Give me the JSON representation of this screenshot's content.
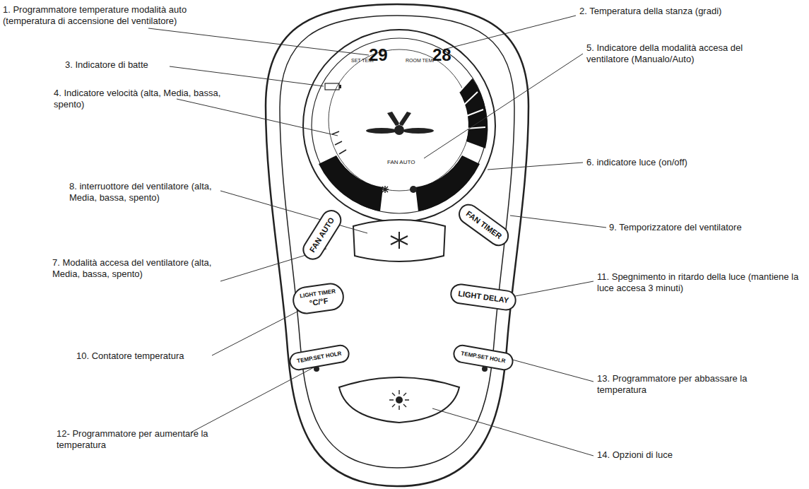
{
  "diagram": {
    "nodes": [
      {
        "text": [
          "FAN AUTO"
        ]
      },
      {
        "text": [
          "FAN TIMER"
        ]
      },
      {
        "text": [
          "LIGHT TIMER",
          "°C/°F"
        ]
      },
      {
        "text": [
          "LIGHT DELAY"
        ]
      },
      {
        "text": [
          "TEMP.SET HOLR"
        ]
      },
      {
        "text": [
          "TEMP.SET HOLR"
        ]
      }
    ],
    "labels": [
      "1. Programmatore temperature modalità auto (temperatura di accensione del ventilatore)",
      "2. Temperatura della stanza (gradi)",
      "3. Indicatore di batte",
      "4. Indicatore velocità (alta, Media, bassa, spento)",
      "5. Indicatore della modalità accesa del ventilatore (Manualo/Auto)",
      "6. indicatore luce (on/off)",
      "8. interruottore del ventilatore (alta, Media, bassa, spento)",
      "9. Temporizzatore del ventilatore",
      "7. Modalità accesa del ventilatore (alta, Media, bassa, spento)",
      "11. Spegnimento in ritardo della luce (mantiene la luce accesa 3 minuti)",
      "10. Contatore temperatura",
      "13. Programmatore per abbassare la temperatura",
      "12- Programmatore per aumentare la temperatura",
      "14. Opzioni di luce",
      "SET TEMP",
      "29",
      "ROOM TEMP",
      "28",
      "FAN AUTO"
    ]
  }
}
